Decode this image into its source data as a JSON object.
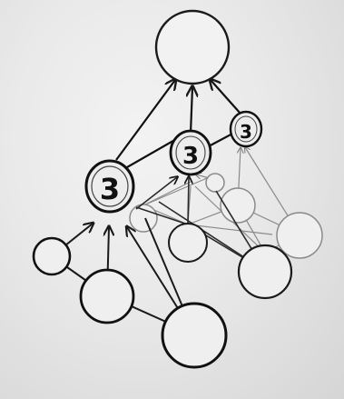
{
  "diagram": {
    "labels": {
      "node_a": "3",
      "node_b": "3",
      "node_c": "3"
    }
  }
}
